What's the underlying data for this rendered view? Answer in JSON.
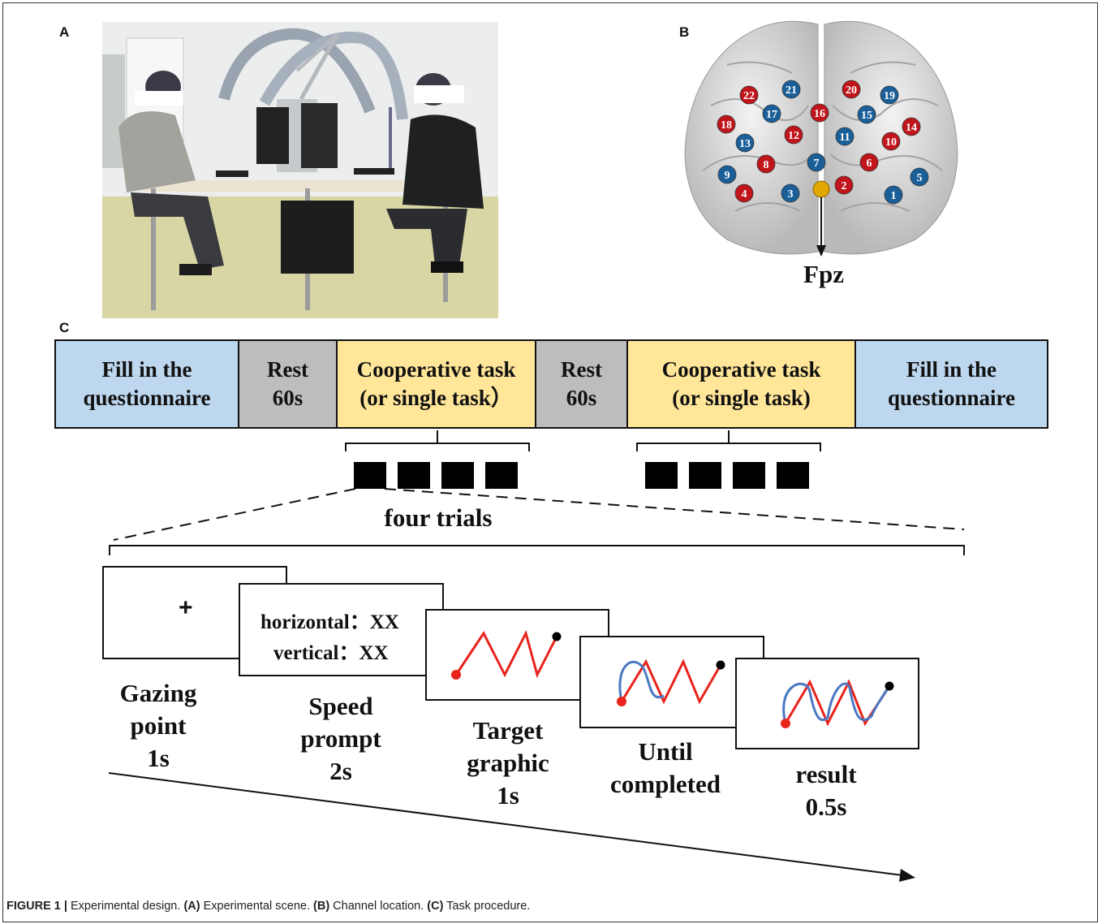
{
  "panels": {
    "a": "A",
    "b": "B",
    "c": "C"
  },
  "brain": {
    "fpz_label": "Fpz",
    "channels": [
      {
        "n": "1",
        "c": "blue"
      },
      {
        "n": "2",
        "c": "red"
      },
      {
        "n": "3",
        "c": "blue"
      },
      {
        "n": "4",
        "c": "red"
      },
      {
        "n": "5",
        "c": "blue"
      },
      {
        "n": "6",
        "c": "red"
      },
      {
        "n": "7",
        "c": "blue"
      },
      {
        "n": "8",
        "c": "red"
      },
      {
        "n": "9",
        "c": "blue"
      },
      {
        "n": "10",
        "c": "red"
      },
      {
        "n": "11",
        "c": "blue"
      },
      {
        "n": "12",
        "c": "red"
      },
      {
        "n": "13",
        "c": "blue"
      },
      {
        "n": "14",
        "c": "red"
      },
      {
        "n": "15",
        "c": "blue"
      },
      {
        "n": "16",
        "c": "red"
      },
      {
        "n": "17",
        "c": "blue"
      },
      {
        "n": "18",
        "c": "red"
      },
      {
        "n": "19",
        "c": "blue"
      },
      {
        "n": "20",
        "c": "red"
      },
      {
        "n": "21",
        "c": "blue"
      },
      {
        "n": "22",
        "c": "red"
      }
    ],
    "colors": {
      "red": "#c0151b",
      "blue": "#1b5f99",
      "fpz": "#e0a800"
    }
  },
  "timeline": {
    "segments": [
      {
        "line1": "Fill in the",
        "line2": "questionnaire",
        "color": "blue"
      },
      {
        "line1": "Rest",
        "line2": "60s",
        "color": "grey"
      },
      {
        "line1": "Cooperative task",
        "line2": "(or single task）",
        "color": "yellow"
      },
      {
        "line1": "Rest",
        "line2": "60s",
        "color": "grey"
      },
      {
        "line1": "Cooperative task",
        "line2": "(or single task)",
        "color": "yellow"
      },
      {
        "line1": "Fill in the",
        "line2": "questionnaire",
        "color": "blue"
      }
    ],
    "trials_label": "four trials"
  },
  "trial_steps": {
    "fixation_symbol": "+",
    "speed_prompt": {
      "horizontal": "horizontal：XX",
      "vertical": "vertical：XX"
    },
    "labels": [
      {
        "l1": "Gazing",
        "l2": "point",
        "l3": "1s"
      },
      {
        "l1": "Speed",
        "l2": "prompt",
        "l3": "2s"
      },
      {
        "l1": "Target",
        "l2": "graphic",
        "l3": "1s"
      },
      {
        "l1": "Until",
        "l2": "completed",
        "l3": ""
      },
      {
        "l1": "result",
        "l2": "0.5s",
        "l3": ""
      }
    ]
  },
  "caption": {
    "prefix": "FIGURE 1 |",
    "text1": " Experimental design. ",
    "a": "(A)",
    "text2": " Experimental scene. ",
    "b": "(B)",
    "text3": " Channel location. ",
    "c": "(C)",
    "text4": " Task procedure."
  }
}
